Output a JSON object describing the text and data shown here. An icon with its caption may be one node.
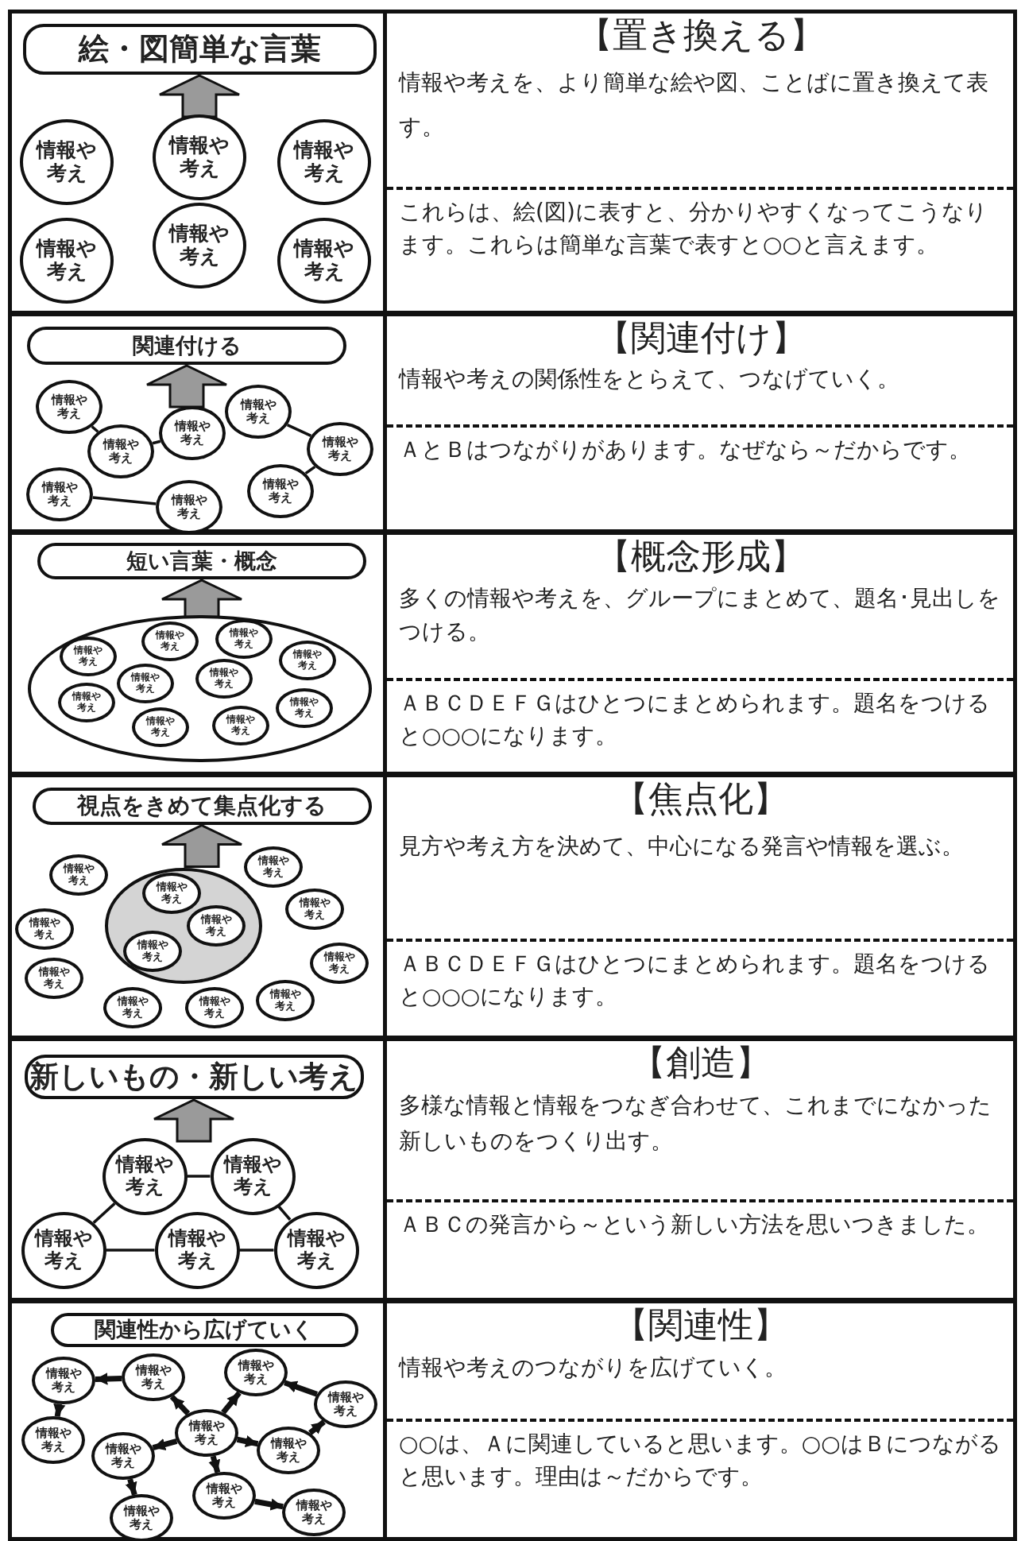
{
  "diagram": {
    "nodes": [
      {
        "text": [
          "絵・図簡単な言葉"
        ]
      },
      {
        "text": [
          "情報や考え"
        ]
      },
      {
        "text": [
          "情報や考え"
        ]
      },
      {
        "text": [
          "情報や考え"
        ]
      },
      {
        "text": [
          "情報や考え"
        ]
      },
      {
        "text": [
          "情報や考え"
        ]
      },
      {
        "text": [
          "情報や考え"
        ]
      },
      {
        "text": [
          "関連付ける"
        ]
      },
      {
        "text": [
          "情報や考え"
        ]
      },
      {
        "text": [
          "情報や考え"
        ]
      },
      {
        "text": [
          "情報や考え"
        ]
      },
      {
        "text": [
          "情報や考え"
        ]
      },
      {
        "text": [
          "情報や考え"
        ]
      },
      {
        "text": [
          "情報や考え"
        ]
      },
      {
        "text": [
          "情報や考え"
        ]
      },
      {
        "text": [
          "情報や考え"
        ]
      },
      {
        "text": [
          "短い言葉・概念"
        ]
      },
      {
        "text": [],
        "shape": "ellipse"
      },
      {
        "text": [
          "情報や考え"
        ],
        "in": 17
      },
      {
        "text": [
          "情報や考え"
        ],
        "in": 17
      },
      {
        "text": [
          "情報や考え"
        ],
        "in": 17
      },
      {
        "text": [
          "情報や考え"
        ],
        "in": 17
      },
      {
        "text": [
          "情報や考え"
        ],
        "in": 17
      },
      {
        "text": [
          "情報や考え"
        ],
        "in": 17
      },
      {
        "text": [
          "情報や考え"
        ],
        "in": 17
      },
      {
        "text": [
          "情報や考え"
        ],
        "in": 17
      },
      {
        "text": [
          "情報や考え"
        ],
        "in": 17
      },
      {
        "text": [
          "情報や考え"
        ],
        "in": 17
      },
      {
        "text": [
          "視点をきめて集点化する"
        ]
      },
      {
        "text": [],
        "shape": "ellipse"
      },
      {
        "text": [
          "情報や考え"
        ],
        "in": 29
      },
      {
        "text": [
          "情報や考え"
        ],
        "in": 29
      },
      {
        "text": [
          "情報や考え"
        ],
        "in": 29
      },
      {
        "text": [
          "情報や考え"
        ]
      },
      {
        "text": [
          "情報や考え"
        ]
      },
      {
        "text": [
          "情報や考え"
        ]
      },
      {
        "text": [
          "情報や考え"
        ]
      },
      {
        "text": [
          "情報や考え"
        ]
      },
      {
        "text": [
          "情報や考え"
        ]
      },
      {
        "text": [
          "情報や考え"
        ]
      },
      {
        "text": [
          "情報や考え"
        ]
      },
      {
        "text": [
          "情報や考え"
        ]
      },
      {
        "text": [
          "新しいもの・新しい考え"
        ]
      },
      {
        "text": [
          "情報や考え"
        ]
      },
      {
        "text": [
          "情報や考え"
        ]
      },
      {
        "text": [
          "情報や考え"
        ]
      },
      {
        "text": [
          "情報や考え"
        ]
      },
      {
        "text": [
          "情報や考え"
        ]
      },
      {
        "text": [
          "関連性から広げていく"
        ]
      },
      {
        "text": [
          "情報や考え"
        ]
      },
      {
        "text": [
          "情報や考え"
        ]
      },
      {
        "text": [
          "情報や考え"
        ]
      },
      {
        "text": [
          "情報や考え"
        ]
      },
      {
        "text": [
          "情報や考え"
        ]
      },
      {
        "text": [
          "情報や考え"
        ]
      },
      {
        "text": [
          "情報や考え"
        ]
      },
      {
        "text": [
          "情報や考え"
        ]
      },
      {
        "text": [
          "情報や考え"
        ]
      },
      {
        "text": [
          "情報や考え"
        ]
      },
      {
        "text": [
          "情報や考え"
        ]
      }
    ],
    "edges": [
      {
        "from": null,
        "to": 0,
        "arrow": "to"
      },
      {
        "from": null,
        "to": 7,
        "arrow": "to"
      },
      {
        "from": 8,
        "to": 11,
        "arrow": "none"
      },
      {
        "from": 11,
        "to": 9,
        "arrow": "none"
      },
      {
        "from": 10,
        "to": 12,
        "arrow": "none"
      },
      {
        "from": 12,
        "to": 15,
        "arrow": "none"
      },
      {
        "from": 13,
        "to": 14,
        "arrow": "none"
      },
      {
        "from": null,
        "to": 16,
        "arrow": "to"
      },
      {
        "from": null,
        "to": 28,
        "arrow": "to"
      },
      {
        "from": null,
        "to": 42,
        "arrow": "to"
      },
      {
        "from": 43,
        "to": 44,
        "arrow": "none"
      },
      {
        "from": 43,
        "to": 45,
        "arrow": "none"
      },
      {
        "from": 44,
        "to": 47,
        "arrow": "none"
      },
      {
        "from": 45,
        "to": 46,
        "arrow": "none"
      },
      {
        "from": 46,
        "to": 47,
        "arrow": "none"
      },
      {
        "from": 50,
        "to": 49,
        "arrow": "to"
      },
      {
        "from": 49,
        "to": 54,
        "arrow": "to"
      },
      {
        "from": 53,
        "to": 50,
        "arrow": "to"
      },
      {
        "from": 53,
        "to": 51,
        "arrow": "to"
      },
      {
        "from": 52,
        "to": 51,
        "arrow": "to"
      },
      {
        "from": 56,
        "to": 52,
        "arrow": "to"
      },
      {
        "from": 53,
        "to": 55,
        "arrow": "to"
      },
      {
        "from": 53,
        "to": 56,
        "arrow": "to"
      },
      {
        "from": 55,
        "to": 58,
        "arrow": "to"
      },
      {
        "from": 53,
        "to": 57,
        "arrow": "to"
      },
      {
        "from": 57,
        "to": 59,
        "arrow": "to"
      }
    ],
    "labels": [
      "【置き換える】",
      "情報や考えを、より簡単な絵や図、ことばに置き換えて表す。",
      "これらは、絵(図)に表すと、分かりやすくなってこうなります。これらは簡単な言葉で表すと○○と言えます。",
      "【関連付け】",
      "情報や考えの関係性をとらえて、つなげていく。",
      "ＡとＢはつながりがあります。なぜなら～だからです。",
      "【概念形成】",
      "多くの情報や考えを、グループにまとめて、題名･見出しをつける。",
      "ＡＢＣＤＥＦＧはひとつにまとめられます。題名をつけると○○○になります。",
      "【焦点化】",
      "見方や考え方を決めて、中心になる発言や情報を選ぶ。",
      "ＡＢＣＤＥＦＧはひとつにまとめられます。題名をつけると○○○になります。",
      "【創造】",
      "多様な情報と情報をつなぎ合わせて、これまでになかった新しいものをつくり出す。",
      "ＡＢＣの発言から～という新しい方法を思いつきました。",
      "【関連性】",
      "情報や考えのつながりを広げていく。",
      "○○は、Ａに関連していると思います。○○はＢにつながると思います。理由は～だからです。"
    ]
  }
}
